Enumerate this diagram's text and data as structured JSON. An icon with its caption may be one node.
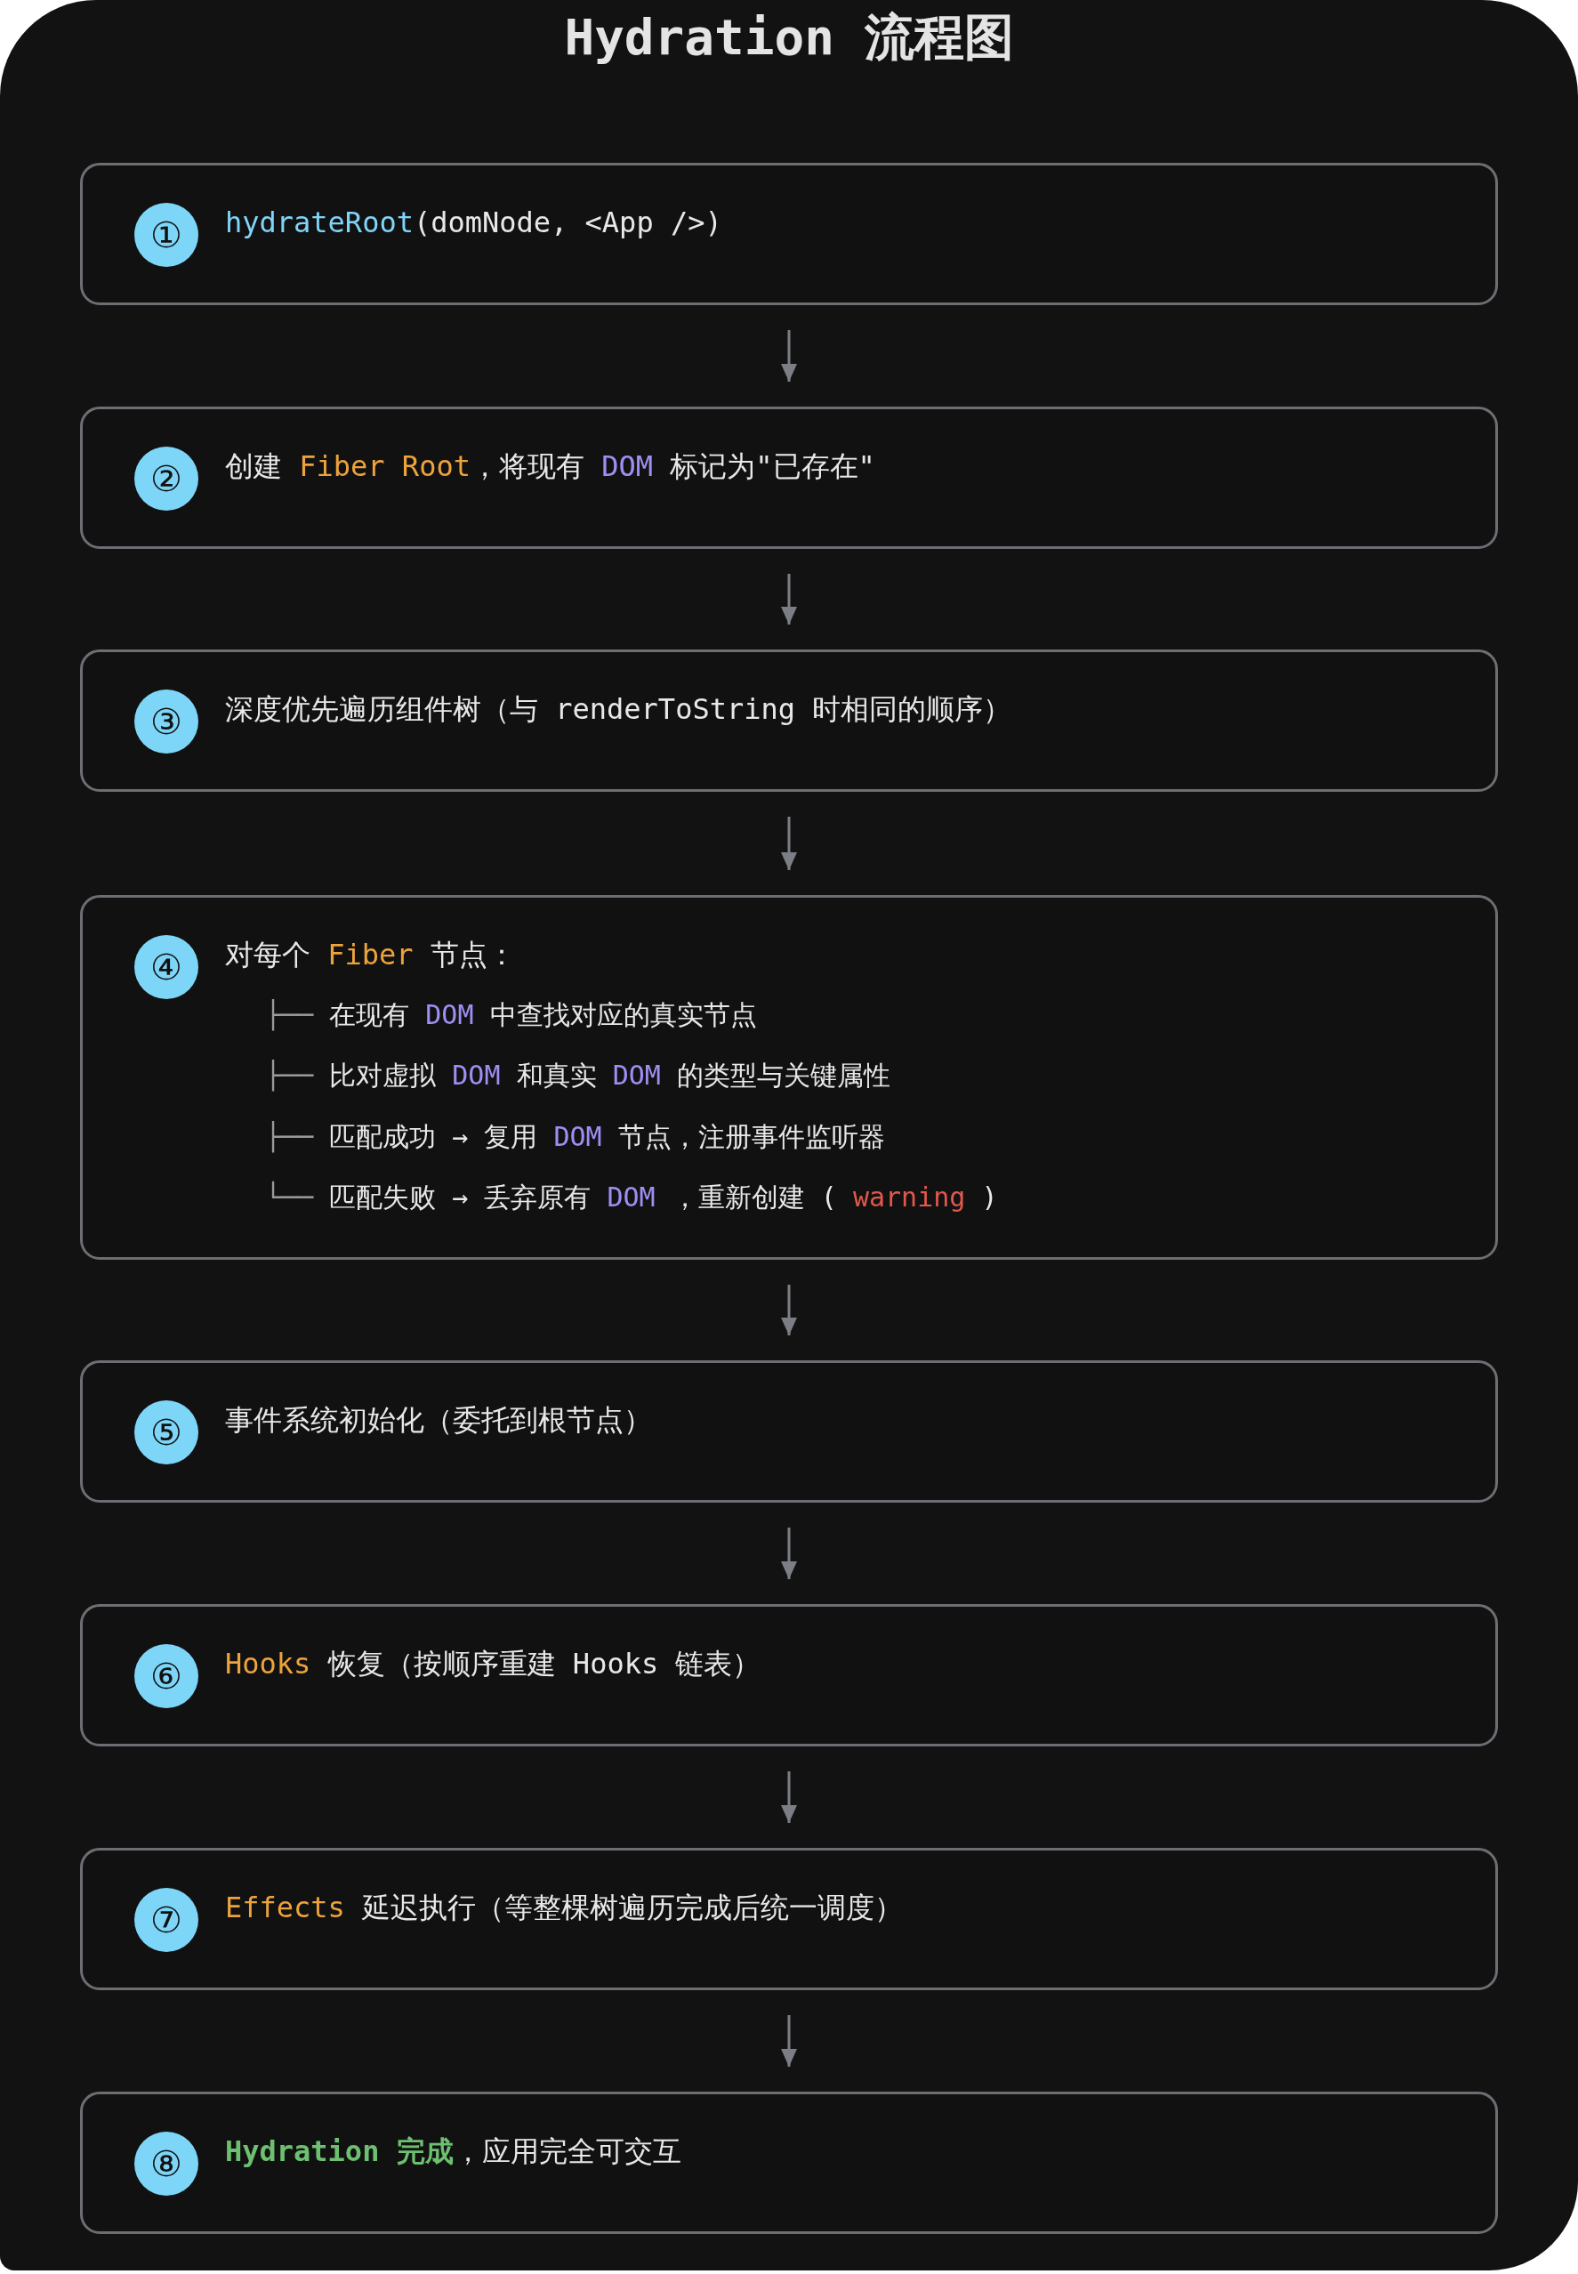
{
  "diagram": {
    "title": "Hydration 流程图",
    "nodes": [
      {
        "text": [
          "hydrateRoot(domNode, <App />)"
        ]
      },
      {
        "text": [
          "①"
        ],
        "in": 0
      },
      {
        "text": [
          "创建 Fiber Root，将现有 DOM 标记为\"已存在\""
        ]
      },
      {
        "text": [
          "②"
        ],
        "in": 2
      },
      {
        "text": [
          "深度优先遍历组件树（与 renderToString 时相同的顺序）"
        ]
      },
      {
        "text": [
          "③"
        ],
        "in": 4
      },
      {
        "text": [
          "对每个 Fiber 节点：",
          "├── 在现有 DOM 中查找对应的真实节点",
          "├── 比对虚拟 DOM 和真实 DOM 的类型与关键属性",
          "├── 匹配成功 → 复用 DOM 节点，注册事件监听器",
          "└── 匹配失败 → 丢弃原有 DOM ，重新创建 ( warning )"
        ]
      },
      {
        "text": [
          "④"
        ],
        "in": 6
      },
      {
        "text": [
          "事件系统初始化（委托到根节点）"
        ]
      },
      {
        "text": [
          "⑤"
        ],
        "in": 8
      },
      {
        "text": [
          "Hooks 恢复（按顺序重建 Hooks 链表）"
        ]
      },
      {
        "text": [
          "⑥"
        ],
        "in": 10
      },
      {
        "text": [
          "Effects 延迟执行（等整棵树遍历完成后统一调度）"
        ]
      },
      {
        "text": [
          "⑦"
        ],
        "in": 12
      },
      {
        "text": [
          "Hydration 完成，应用完全可交互"
        ]
      },
      {
        "text": [
          "⑧"
        ],
        "in": 14
      }
    ],
    "edges": [
      {
        "from": 0,
        "to": 2,
        "arrow": "to"
      },
      {
        "from": 2,
        "to": 4,
        "arrow": "to"
      },
      {
        "from": 4,
        "to": 6,
        "arrow": "to"
      },
      {
        "from": 6,
        "to": 8,
        "arrow": "to"
      },
      {
        "from": 8,
        "to": 10,
        "arrow": "to"
      },
      {
        "from": 10,
        "to": 12,
        "arrow": "to"
      },
      {
        "from": 12,
        "to": 14,
        "arrow": "to"
      }
    ]
  }
}
